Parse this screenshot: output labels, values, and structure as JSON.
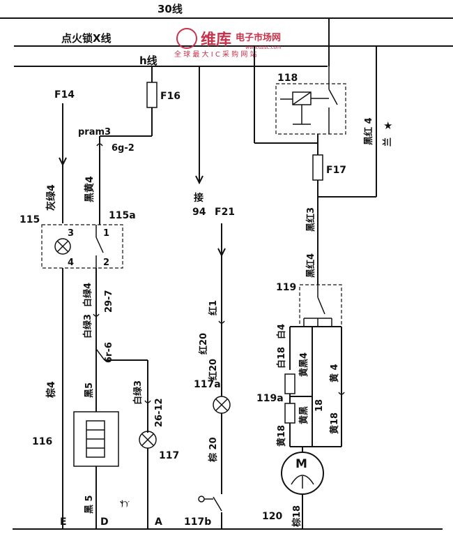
{
  "rails": {
    "rail_30": "30线",
    "rail_ignition": "点火锁X线",
    "rail_h": "h线"
  },
  "watermark": {
    "brand": "维库",
    "site": "电子市场网",
    "url": "www.dzsc.com",
    "slogan": "全 球 最 大 I C 采 购 网 站"
  },
  "fuses": {
    "f14": "F14",
    "f16": "F16",
    "f17": "F17",
    "f21": "F21"
  },
  "components": {
    "c115": "115",
    "c115a": "115a",
    "c116": "116",
    "c117": "117",
    "c117a": "117a",
    "c117b": "117b",
    "c118": "118",
    "c119": "119",
    "c119a": "119a",
    "c120": "120"
  },
  "pins": {
    "p1": "1",
    "p2": "2",
    "p3": "3",
    "p4": "4"
  },
  "connectors": {
    "pram3": "pram3",
    "c6g2": "6g-2",
    "c29_7": "29-7",
    "c6r6": "6r-6",
    "c26_12": "26-12",
    "ground_label": "接",
    "ground_num": "94"
  },
  "wires": {
    "gray_green4": "灰绿4",
    "black_yellow4": "黑黄4",
    "white_green4": "白绿4",
    "white_green3": "白绿3",
    "white_green3b": "白绿3",
    "brown4": "棕4",
    "black5": "黑5",
    "black5b": "黑 5",
    "red1": "红1",
    "red20": "红20",
    "red20b": "红20",
    "brown20": "棕 20",
    "black_red4": "黑红 4",
    "black_red3": "黑红3",
    "black_red4b": "黑红4",
    "white18": "白18",
    "white4": "白4",
    "yellow_black4": "黄黑4",
    "yellow4": "黄 4",
    "yellow_black18": "黄黑",
    "num18": "18",
    "yellow18": "黄18",
    "yellow18b": "黄18",
    "brown18": "棕18",
    "blue": "兰"
  },
  "motor": {
    "label": "M"
  },
  "bottom": {
    "E": "E",
    "D": "D",
    "A": "A"
  }
}
